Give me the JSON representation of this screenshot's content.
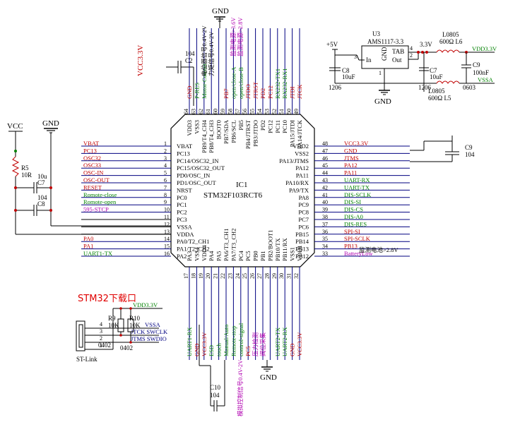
{
  "chip": {
    "ref": "IC1",
    "part": "STM32F103RCT6",
    "left_pins": [
      {
        "num": "1",
        "name": "VBAT",
        "net": "VBAT",
        "color": "#c00000"
      },
      {
        "num": "2",
        "name": "PC13",
        "net": "PC13",
        "color": "#c00000"
      },
      {
        "num": "3",
        "name": "PC14/OSC32_IN",
        "net": "OSC32",
        "color": "#c00000"
      },
      {
        "num": "4",
        "name": "PC15/OSC32_OUT",
        "net": "OSC33",
        "color": "#c00000"
      },
      {
        "num": "5",
        "name": "PD0/OSC_IN",
        "net": "OSC-IN",
        "color": "#c00000"
      },
      {
        "num": "6",
        "name": "PD1/OSC_OUT",
        "net": "OSC-OUT",
        "color": "#c00000"
      },
      {
        "num": "7",
        "name": "NRST",
        "net": "RESET",
        "color": "#c00000"
      },
      {
        "num": "8",
        "name": "PC0",
        "net": "Romote-close",
        "color": "#008000"
      },
      {
        "num": "9",
        "name": "PC1",
        "net": "Romote-open",
        "color": "#008000"
      },
      {
        "num": "10",
        "name": "PC2",
        "net": "595-STCP",
        "color": "#b000b0"
      },
      {
        "num": "11",
        "name": "PC3",
        "net": "",
        "color": "#000"
      },
      {
        "num": "12",
        "name": "VSSA",
        "net": "",
        "color": "#000"
      },
      {
        "num": "13",
        "name": "VDDA",
        "net": "",
        "color": "#000"
      },
      {
        "num": "14",
        "name": "PA0/T2_CH1",
        "net": "PA0",
        "color": "#c00000"
      },
      {
        "num": "15",
        "name": "PA1/T2_CH2",
        "net": "PA1",
        "color": "#c00000"
      },
      {
        "num": "16",
        "name": "PA2",
        "net": "UART1-TX",
        "color": "#008000"
      }
    ],
    "right_pins": [
      {
        "num": "48",
        "name": "VDD2",
        "net": "VCC3.3V",
        "color": "#c00000"
      },
      {
        "num": "47",
        "name": "VSS2",
        "net": "GND",
        "color": "#c00000"
      },
      {
        "num": "46",
        "name": "PA13/JTMS",
        "net": "JTMS",
        "color": "#c00000"
      },
      {
        "num": "45",
        "name": "PA12",
        "net": "PA12",
        "color": "#c00000"
      },
      {
        "num": "44",
        "name": "PA11",
        "net": "PA11",
        "color": "#c00000"
      },
      {
        "num": "43",
        "name": "PA10/RX",
        "net": "UART-RX",
        "color": "#008000"
      },
      {
        "num": "42",
        "name": "PA9/TX",
        "net": "UART-TX",
        "color": "#008000"
      },
      {
        "num": "41",
        "name": "PA8",
        "net": "DIS-SCLK",
        "color": "#008000"
      },
      {
        "num": "40",
        "name": "PC9",
        "net": "DIS-SI",
        "color": "#008000"
      },
      {
        "num": "39",
        "name": "PC8",
        "net": "DIS-CS",
        "color": "#008000"
      },
      {
        "num": "38",
        "name": "PC7",
        "net": "DIS-A0",
        "color": "#008000"
      },
      {
        "num": "37",
        "name": "PC6",
        "net": "DIS-RES",
        "color": "#008000"
      },
      {
        "num": "36",
        "name": "PB15",
        "net": "SPI-SI",
        "color": "#c00000"
      },
      {
        "num": "35",
        "name": "PB14",
        "net": "SPI-SCLK",
        "color": "#c00000"
      },
      {
        "num": "34",
        "name": "PB13",
        "net": "PB13",
        "color": "#c00000"
      },
      {
        "num": "33",
        "name": "PB12",
        "net": "BatteryLow",
        "color": "#b000b0"
      }
    ],
    "top_pins": [
      {
        "num": "64",
        "name": "VDD3",
        "net": "GND",
        "color": "#c00000"
      },
      {
        "num": "63",
        "name": "VSS3",
        "net": "P-RES",
        "color": "#008000"
      },
      {
        "num": "62",
        "name": "PB9/T4_CH4",
        "net": "Motor-Current",
        "color": "#008000"
      },
      {
        "num": "61",
        "name": "PB8/T4_CH3",
        "net": "",
        "color": "#000"
      },
      {
        "num": "60",
        "name": "BOOT0",
        "net": "",
        "color": "#000"
      },
      {
        "num": "59",
        "name": "PB7/SDA",
        "net": "PB7",
        "color": "#c00000"
      },
      {
        "num": "58",
        "name": "PB6/SCL",
        "net": "open/close-A",
        "color": "#008000"
      },
      {
        "num": "57",
        "name": "PB5",
        "net": "open/close-B",
        "color": "#008000"
      },
      {
        "num": "56",
        "name": "PB4/JTRST",
        "net": "JTDO",
        "color": "#c00000"
      },
      {
        "num": "55",
        "name": "PB3/JTDO",
        "net": "JTRST",
        "color": "#c00000"
      },
      {
        "num": "54",
        "name": "PD2",
        "net": "PD2",
        "color": "#c00000"
      },
      {
        "num": "53",
        "name": "PC12",
        "net": "PC12",
        "color": "#c00000"
      },
      {
        "num": "52",
        "name": "PC11",
        "net": "RX232-TX1",
        "color": "#008000"
      },
      {
        "num": "51",
        "name": "PC10",
        "net": "RX232-RX1",
        "color": "#008000"
      },
      {
        "num": "50",
        "name": "PA15/JTDI",
        "net": "JTDI",
        "color": "#c00000"
      },
      {
        "num": "49",
        "name": "PA14/JTCK",
        "net": "JTCK",
        "color": "#c00000"
      }
    ],
    "bottom_pins": [
      {
        "num": "17",
        "name": "PA3",
        "net": "UART1-RX",
        "color": "#008000"
      },
      {
        "num": "18",
        "name": "VSS4",
        "net": "GND",
        "color": "#c00000"
      },
      {
        "num": "19",
        "name": "VDD4",
        "net": "VCC3.3V",
        "color": "#c00000"
      },
      {
        "num": "20",
        "name": "PA4",
        "net": "ESD",
        "color": "#008000"
      },
      {
        "num": "21",
        "name": "PA5",
        "net": "touch",
        "color": "#008000"
      },
      {
        "num": "22",
        "name": "PA6/T3_CH1",
        "net": "Manual/Auto",
        "color": "#008000"
      },
      {
        "num": "23",
        "name": "PA7/T3_CH2",
        "net": "Remote-stop",
        "color": "#008000"
      },
      {
        "num": "24",
        "name": "PC4",
        "net": "control-signal",
        "color": "#008000"
      },
      {
        "num": "25",
        "name": "PC5",
        "net": "PC5",
        "color": "#c00000"
      },
      {
        "num": "26",
        "name": "PB0",
        "net": "压力检测",
        "color": "#b000b0"
      },
      {
        "num": "27",
        "name": "PB1",
        "net": "阀位采集",
        "color": "#b000b0"
      },
      {
        "num": "28",
        "name": "PB2/BOOT1",
        "net": "",
        "color": "#000"
      },
      {
        "num": "29",
        "name": "PB10/TX",
        "net": "UART2-TX",
        "color": "#008000"
      },
      {
        "num": "30",
        "name": "PB11/RX",
        "net": "UART2-RX",
        "color": "#008000"
      },
      {
        "num": "31",
        "name": "VSS1",
        "net": "GND",
        "color": "#c00000"
      },
      {
        "num": "32",
        "name": "VDD1",
        "net": "VCC3.3V",
        "color": "#c00000"
      }
    ],
    "top_cn_labels": [
      "电位器信号0.4V-2V",
      "力矩信号0.4V-2V",
      "监测电源>3.6V",
      "监测电源>2.8V"
    ],
    "right_extra": "监测电池>2.8V",
    "bottom_extra": "模拟控制信号0.4V-2V"
  },
  "power": {
    "regulator_ref": "U3",
    "regulator_part": "AMS1117-3.3",
    "in_label": "In",
    "gnd_label": "GND",
    "tab_label": "TAB",
    "out_label": "Out",
    "pin3": "3",
    "pin1": "1",
    "pin4": "4",
    "pin2": "2",
    "plus5v": "+5V",
    "v33": "3.3V",
    "vdd33": "VDD3.3V",
    "vssa": "VSSA",
    "gnd": "GND",
    "c8": "C8",
    "c8_val": "10uF",
    "c8_pkg": "1206",
    "c7": "C7",
    "c7_val": "10uF",
    "c7_pkg": "1206",
    "c9": "C9",
    "c9_val": "100nF",
    "c9_pkg": "0603",
    "l6_pkg": "L0805",
    "l6_val": "600Ω L6",
    "l5_pkg": "L0805",
    "l5_val": "600Ω L5"
  },
  "left_circuit": {
    "vcc": "VCC",
    "gnd": "GND",
    "r5": "R5",
    "r5_val": "10R",
    "c7_val": "10u",
    "c7": "C7",
    "c8_val": "104",
    "c8": "C8"
  },
  "top_circuit": {
    "vcc33": "VCC3.3V",
    "c2": "C2",
    "c2_val": "104",
    "gnd": "GND"
  },
  "right_circuit": {
    "c9": "C9",
    "c9_val": "104"
  },
  "bottom_circuit": {
    "c10": "C10",
    "c10_val": "104",
    "gnd": "GND"
  },
  "stlink": {
    "title": "STM32下载口",
    "name": "ST-Link",
    "vdd": "VDD3.3V",
    "vssa": "VSSA",
    "swclk": "JTCK SWCLK",
    "swdio": "JTMS SWDIO",
    "r9": "R9",
    "r9_val": "10K",
    "r10": "R10",
    "r10_val": "10K",
    "pkg1": "0402",
    "pkg2": "0402",
    "pins": [
      "4",
      "3",
      "2",
      "1"
    ]
  }
}
